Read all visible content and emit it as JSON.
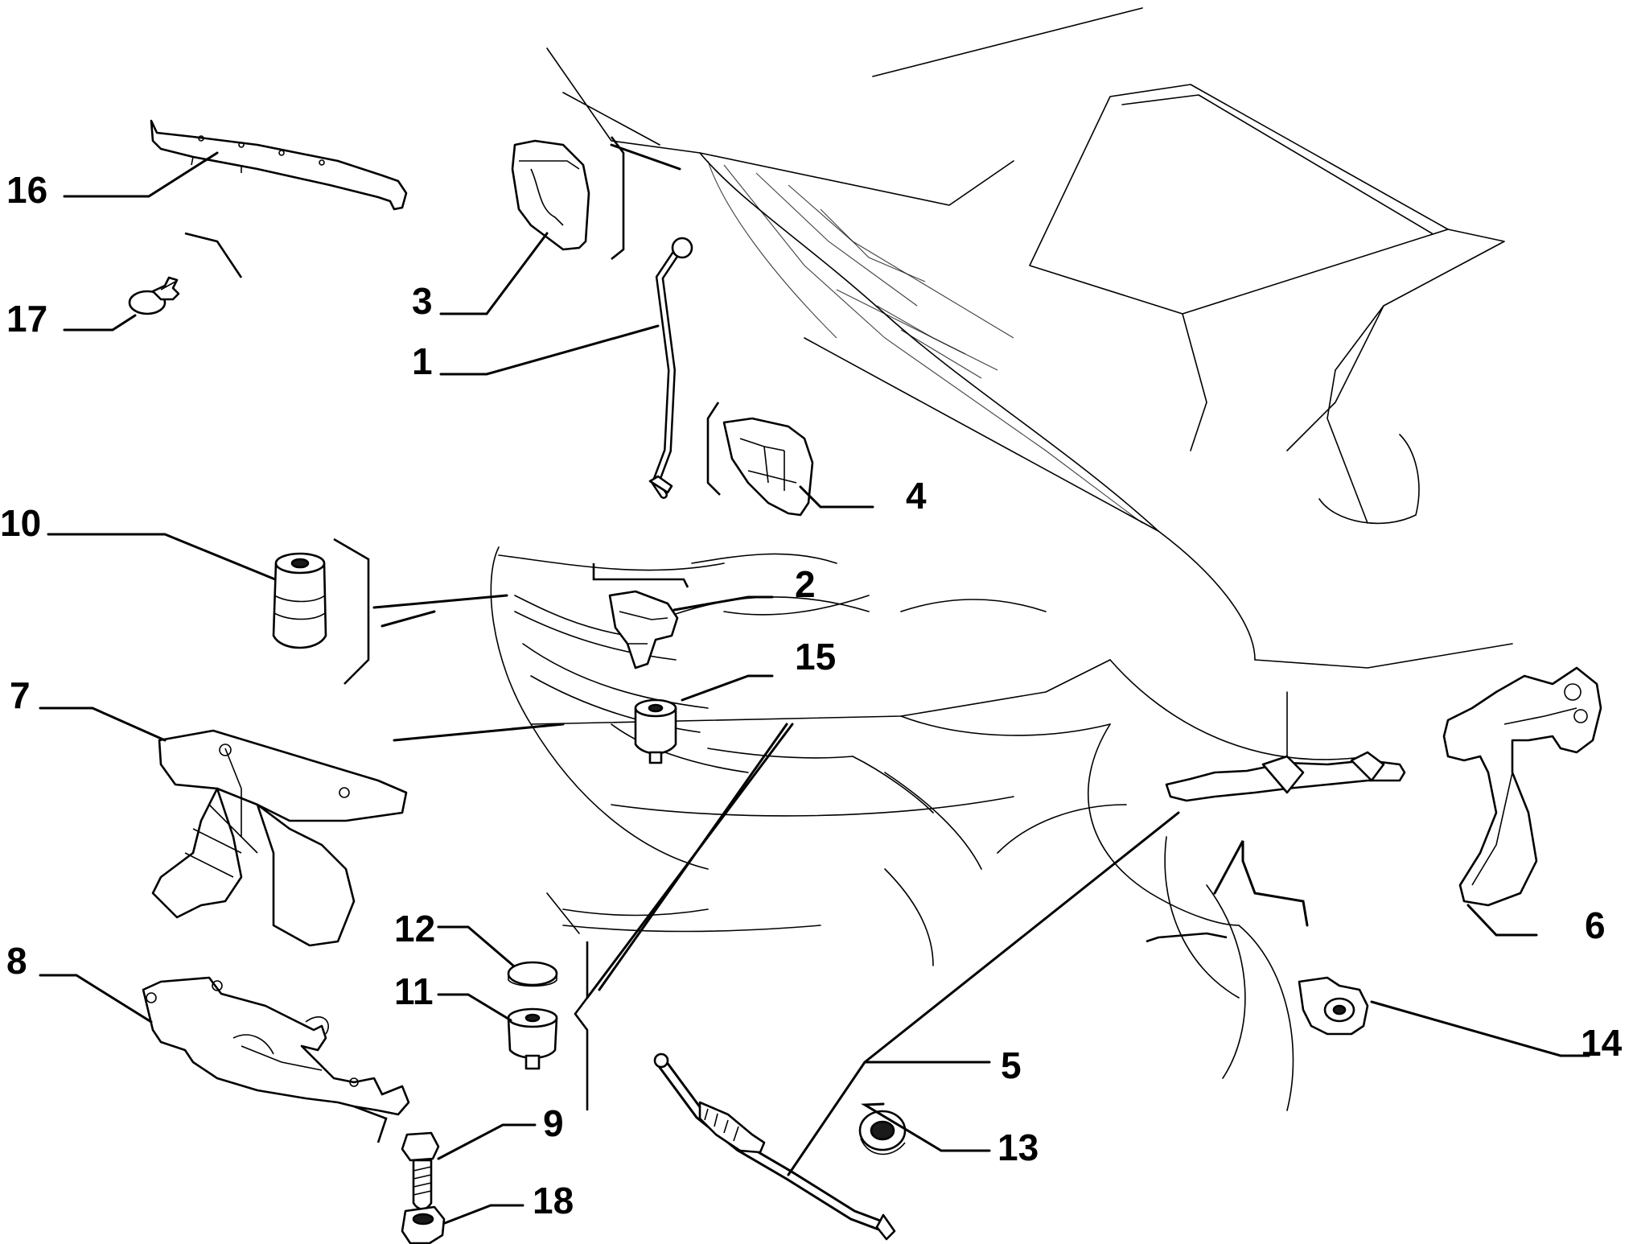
{
  "diagram": {
    "parts": [
      {
        "id": "1",
        "label": "1"
      },
      {
        "id": "2",
        "label": "2"
      },
      {
        "id": "3",
        "label": "3"
      },
      {
        "id": "4",
        "label": "4"
      },
      {
        "id": "5",
        "label": "5"
      },
      {
        "id": "6",
        "label": "6"
      },
      {
        "id": "7",
        "label": "7"
      },
      {
        "id": "8",
        "label": "8"
      },
      {
        "id": "9",
        "label": "9"
      },
      {
        "id": "10",
        "label": "10"
      },
      {
        "id": "11",
        "label": "11"
      },
      {
        "id": "12",
        "label": "12"
      },
      {
        "id": "13",
        "label": "13"
      },
      {
        "id": "14",
        "label": "14"
      },
      {
        "id": "15",
        "label": "15"
      },
      {
        "id": "16",
        "label": "16"
      },
      {
        "id": "17",
        "label": "17"
      },
      {
        "id": "18",
        "label": "18"
      }
    ]
  }
}
